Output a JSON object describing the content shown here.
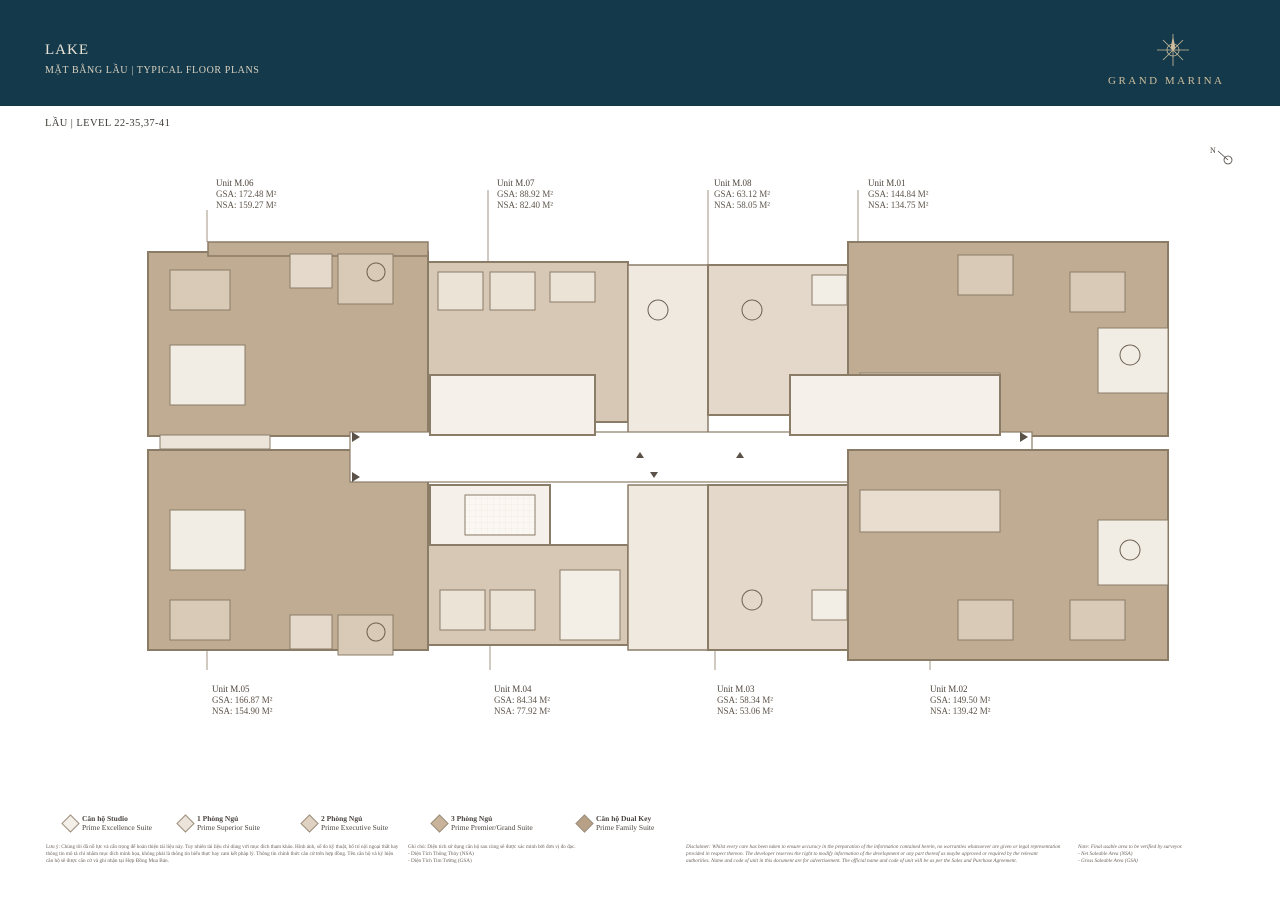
{
  "header": {
    "title": "LAKE",
    "subtitle": "MẶT BẰNG LẦU  |  TYPICAL FLOOR PLANS",
    "brand": "GRAND MARINA"
  },
  "level_label": "LẦU | LEVEL  22-35,37-41",
  "north_label": "N",
  "units": [
    {
      "name": "Unit M.06",
      "gsa": "GSA: 172.48  M²",
      "nsa": "NSA: 159.27  M²"
    },
    {
      "name": "Unit M.07",
      "gsa": "GSA: 88.92 M²",
      "nsa": "NSA: 82.40 M²"
    },
    {
      "name": "Unit M.08",
      "gsa": "GSA: 63.12   M²",
      "nsa": "NSA: 58.05   M²"
    },
    {
      "name": "Unit M.01",
      "gsa": "GSA: 144.84 M²",
      "nsa": "NSA: 134.75 M²"
    },
    {
      "name": "Unit M.05",
      "gsa": "GSA: 166.87 M²",
      "nsa": "NSA: 154.90 M²"
    },
    {
      "name": "Unit M.04",
      "gsa": "GSA: 84.34 M²",
      "nsa": "NSA: 77.92 M²"
    },
    {
      "name": "Unit M.03",
      "gsa": "GSA: 58.34 M²",
      "nsa": "NSA: 53.06 M²"
    },
    {
      "name": "Unit M.02",
      "gsa": "GSA: 149.50 M²",
      "nsa": "NSA: 139.42 M²"
    }
  ],
  "legend": [
    {
      "l1": "Căn hộ Studio",
      "l2": "Prime Excellence Suite",
      "color": "#f4efe8"
    },
    {
      "l1": "1 Phòng Ngủ",
      "l2": "Prime Superior Suite",
      "color": "#ece4da"
    },
    {
      "l1": "2 Phòng Ngủ",
      "l2": "Prime Executive Suite",
      "color": "#dfd2c3"
    },
    {
      "l1": "3 Phòng Ngủ",
      "l2": "Prime Premier/Grand Suite",
      "color": "#c9b49b"
    },
    {
      "l1": "Căn hộ Dual Key",
      "l2": "Prime Family Suite",
      "color": "#b7a086"
    }
  ],
  "footnotes": {
    "vn_notes": "Lưu ý: Chúng tôi đã nỗ lực và cẩn trọng để hoàn thiện tài liệu này. Tuy nhiên tài liệu chỉ dùng với mục đích tham khảo. Hình ảnh, số đo kỹ thuật, bố trí nội ngoại thất hay thông tin mô tả chỉ nhằm mục đích minh họa, không phải là thông tin biểu thực hay cam kết pháp lý. Thông tin chính thức căn cứ trên hợp đồng. Tên căn hộ và ký hiệu căn hộ sẽ được căn cứ và ghi nhận tại Hợp Đồng Mua Bán.",
    "area_note": "Ghi chú: Diện tích sử dụng căn hộ sau cùng sẽ được xác minh bởi đơn vị đo đạc.",
    "area_nsa": "- Diện Tích Thông Thủy (NSA)",
    "area_gsa": "- Diện Tích Tim Tường (GSA)",
    "disclaimer": "Disclaimer: Whilst every care has been taken to ensure accuracy in the preparation of the information contained herein, no warranties whatsoever are given or legal representation provided in respect thereon. The developer reserves the right to modify information of the development or any part thereof as maybe approved or required by the relevant authorities. Name and code of unit in this document are for advertisement. The official name and code of unit will be as per the Sales and Purchase Agreement.",
    "note_title": "Note: Final usable area to be verified by surveyor.",
    "note_nsa": "- Net Saleable Area (NSA)",
    "note_gsa": "- Gross Saleable Area (GSA)"
  }
}
